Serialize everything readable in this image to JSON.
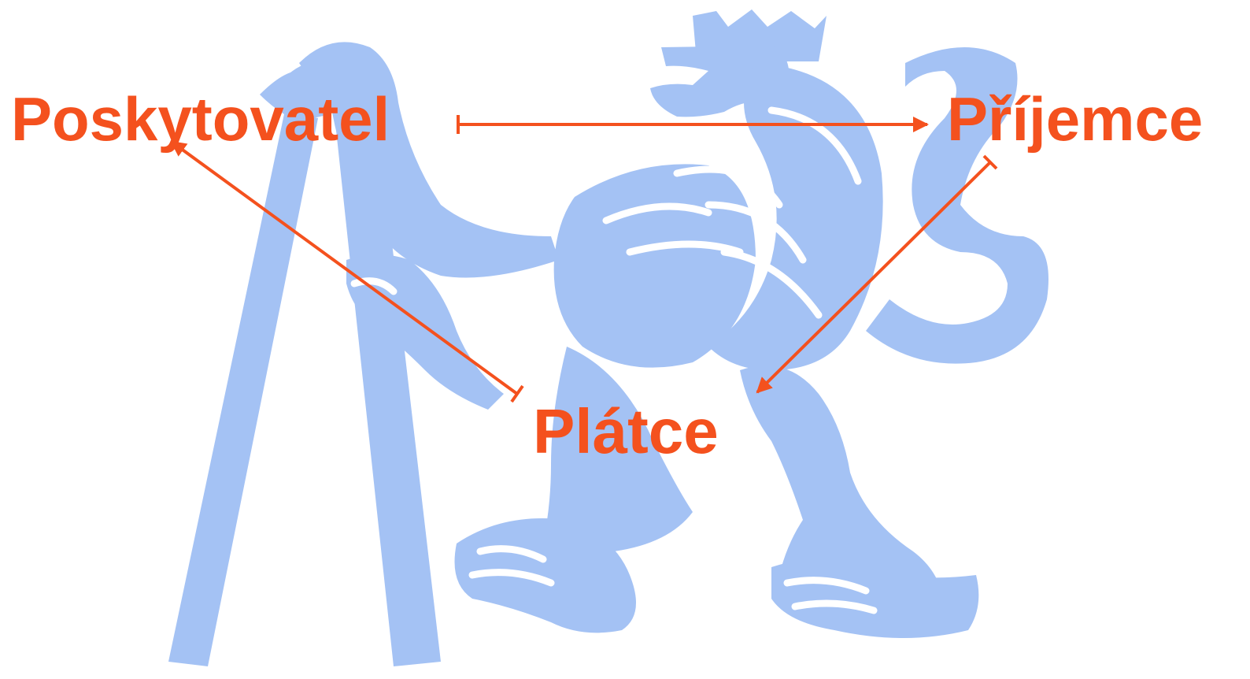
{
  "diagram": {
    "nodes": [
      {
        "id": "poskytovatel",
        "label": "Poskytovatel"
      },
      {
        "id": "prijemce",
        "label": "Příjemce"
      },
      {
        "id": "platce",
        "label": "Plátce"
      }
    ],
    "edges": [
      {
        "from": "poskytovatel",
        "to": "prijemce"
      },
      {
        "from": "platce",
        "to": "poskytovatel"
      },
      {
        "from": "prijemce",
        "to": "platce"
      }
    ]
  },
  "colors": {
    "label": "#f4511e",
    "arrow": "#f4511e",
    "logo": "#a4c2f4",
    "background": "#ffffff"
  },
  "background_graphic": {
    "icon": "lion-emblem-watermark"
  }
}
